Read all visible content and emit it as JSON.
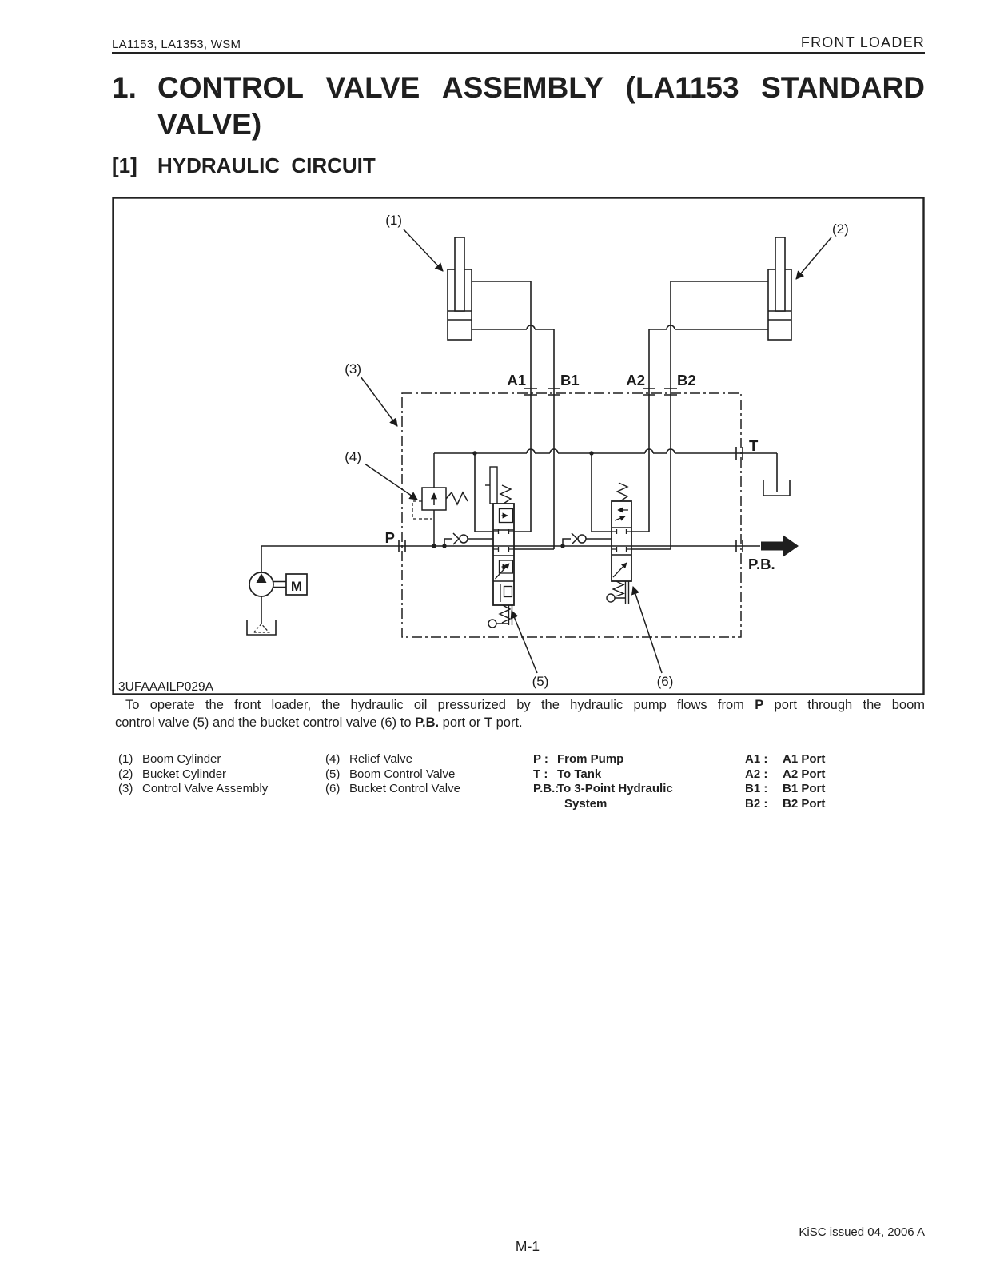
{
  "header": {
    "left": "LA1153, LA1353, WSM",
    "right": "FRONT  LOADER"
  },
  "title": {
    "number": "1.",
    "line1_words": [
      "CONTROL",
      "VALVE",
      "ASSEMBLY",
      "(LA1153",
      "STANDARD"
    ],
    "line2": "VALVE)"
  },
  "section": {
    "index": "[1]",
    "name": "HYDRAULIC CIRCUIT"
  },
  "figure": {
    "code": "3UFAAAILP029A",
    "callout_1": "(1)",
    "callout_2": "(2)",
    "callout_3": "(3)",
    "callout_4": "(4)",
    "callout_5": "(5)",
    "callout_6": "(6)",
    "port_a1": "A1",
    "port_b1": "B1",
    "port_a2": "A2",
    "port_b2": "B2",
    "port_t": "T",
    "port_p": "P",
    "port_pb": "P.B.",
    "motor_label": "M"
  },
  "paragraph": {
    "line1": {
      "parts": [
        {
          "t": "To operate the front loader, the hydraulic oil pressurized by the hydraulic pump flows from "
        },
        {
          "t": "P",
          "b": true
        },
        {
          "t": " port through the boom"
        }
      ]
    },
    "line2": {
      "parts": [
        {
          "t": "control valve (5) and the bucket control valve (6) to "
        },
        {
          "t": "P.B.",
          "b": true
        },
        {
          "t": " port or "
        },
        {
          "t": "T",
          "b": true
        },
        {
          "t": " port."
        }
      ]
    }
  },
  "legend": {
    "col1": [
      {
        "num": "(1)",
        "label": "Boom Cylinder"
      },
      {
        "num": "(2)",
        "label": "Bucket Cylinder"
      },
      {
        "num": "(3)",
        "label": "Control Valve Assembly"
      }
    ],
    "col2": [
      {
        "num": "(4)",
        "label": "Relief Valve"
      },
      {
        "num": "(5)",
        "label": "Boom Control Valve"
      },
      {
        "num": "(6)",
        "label": "Bucket Control Valve"
      }
    ],
    "col3": [
      {
        "key": "P :",
        "label": "From Pump"
      },
      {
        "key": "T :",
        "label": "To Tank"
      },
      {
        "key": "P.B.:",
        "label": "To 3-Point Hydraulic"
      },
      {
        "key": "",
        "label": "System"
      }
    ],
    "col4": [
      {
        "key": "A1 :",
        "label": "A1 Port"
      },
      {
        "key": "A2 :",
        "label": "A2 Port"
      },
      {
        "key": "B1 :",
        "label": "B1 Port"
      },
      {
        "key": "B2 :",
        "label": "B2 Port"
      }
    ]
  },
  "footer": {
    "issued": "KiSC issued 04, 2006 A",
    "page": "M-1"
  }
}
